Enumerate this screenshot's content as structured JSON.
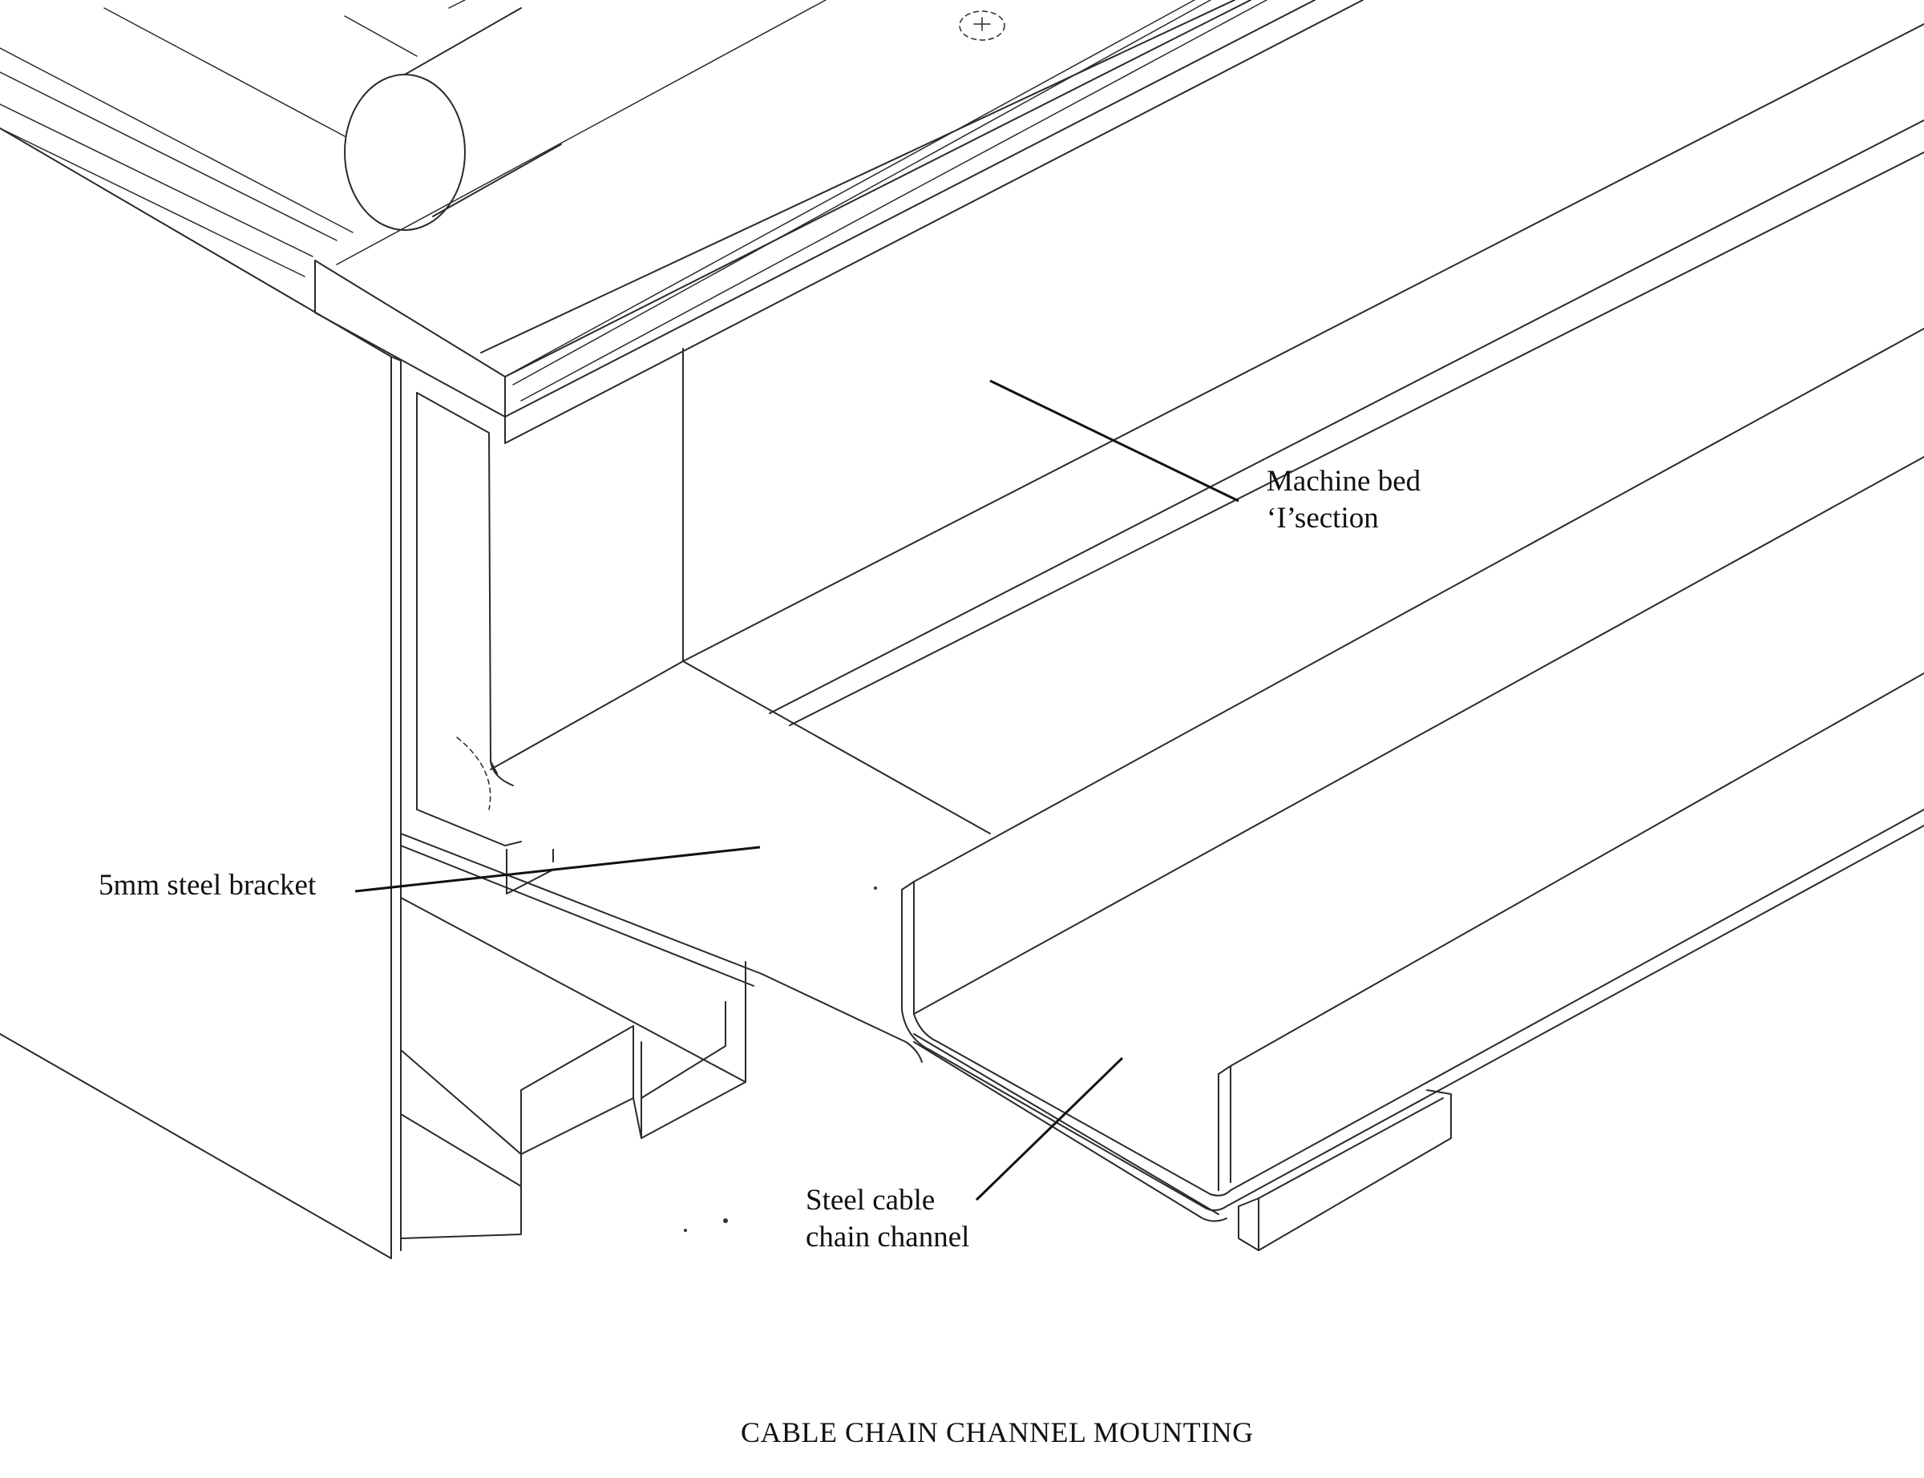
{
  "labels": {
    "machine_bed": [
      "Machine bed",
      "‘I’section"
    ],
    "bracket": "5mm steel bracket",
    "channel": [
      "Steel cable",
      "chain channel"
    ]
  },
  "caption": "CABLE CHAIN CHANNEL MOUNTING"
}
